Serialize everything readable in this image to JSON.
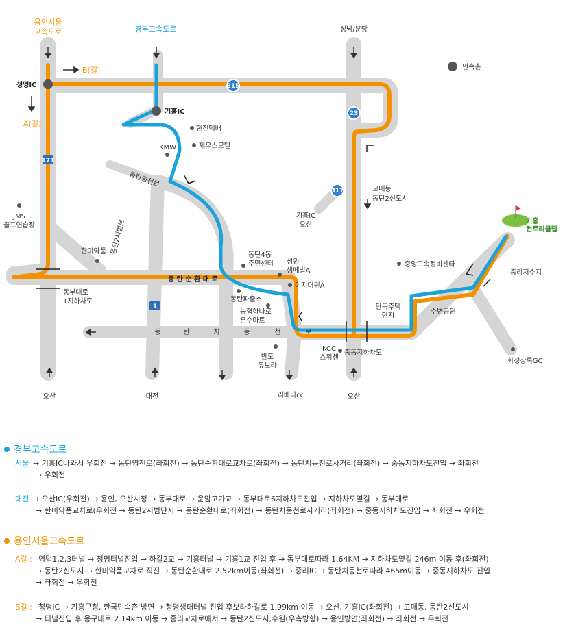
{
  "map": {
    "top_labels": {
      "yongin_seoul_exp": [
        "용인서울",
        "고속도로"
      ],
      "gyeongbu_exp": "경부고속도로",
      "seongnam": "성남/분당"
    },
    "legend": {
      "b_route": "B(길)",
      "a_route": "A(길)"
    },
    "places": {
      "cheongmyeong_ic": "청명IC",
      "giheung_ic": "기흥IC",
      "minsokchon": "민속촌",
      "hanjin": "한진택배",
      "jeju_motel": "제우스모텔",
      "kmw": "KMW",
      "dongtan_yeongcheon_ro": "동탄영천로",
      "jms": [
        "JMS",
        "골프연습장"
      ],
      "hanmi": "한미약품",
      "dongtan_2si": "동탄2시범로",
      "dongbu_underpass": [
        "동부대로",
        "1지하차도"
      ],
      "dongtan_sunhwan": "동 탄 순 환 대 로",
      "dongtan4": [
        "동탄4동",
        "주민센터"
      ],
      "seongwon": [
        "성원",
        "생떼빌A"
      ],
      "ezi_dream": "이지더원A",
      "dongtan_police": "동탄파출소",
      "nonghyup": [
        "농협하나로",
        "혼수마트"
      ],
      "dongtan_chidong": [
        "동",
        "탄",
        "치",
        "동",
        "천",
        "로"
      ],
      "bando": [
        "반도",
        "유보라"
      ],
      "riverra": "리베라cc",
      "kcc": [
        "KCC",
        "스위첸"
      ],
      "jungdong": "중동지하차도",
      "danduk": [
        "단독주택",
        "단지"
      ],
      "jungang": "중앙고속정비센타",
      "suben": "수변공원",
      "jungri_reservoir": "중리저수지",
      "hwaseong_gc": "화성상록GC",
      "giheung_cc": [
        "기흥",
        "컨트리클럽"
      ],
      "gomaedong": [
        "고매동",
        "동탄2신도시"
      ],
      "giheung_ic_osan": [
        "기흥IC",
        "오산"
      ],
      "bottom_osan1": "오산",
      "bottom_daejeon": "대전",
      "bottom_osan2": "오산"
    },
    "shields": {
      "r315": "315",
      "r23": "23",
      "r317": "317",
      "r171": "171",
      "r1": "1"
    },
    "colors": {
      "orange": "#f39200",
      "blue": "#1aa3d9",
      "road": "#d5d5d5"
    }
  },
  "directions": {
    "gyeongbu": {
      "title": "경부고속도로",
      "seoul_key": "서울",
      "seoul_line1": "→ 기흥IC나와서 우회전 → 동탄영천로(좌회전) → 동탄순환대로교차로(좌회전) → 동탄치동천로사거리(좌회전) → 중동지하차도진입 → 좌회전",
      "seoul_line2": "→ 우회전",
      "daejeon_key": "대전",
      "daejeon_line1": "→ 오산IC(우회전) → 용인, 오산시청 → 동부대로 → 운암고가교 → 동부대로6지하차도진입 → 지하차도옆길 → 동부대로",
      "daejeon_line2": "→ 한미약품교차로(우회전 → 동탄2시범단지 → 동탄순환대로(좌회전) → 동탄치동천로사거리(좌회전) → 중동지하차도진입 → 좌회전 → 우회전"
    },
    "yongin": {
      "title": "용인서울고속도로",
      "a_key": "A길 :",
      "a_line1": "영덕1,2,3터널 → 청명터널진입 → 하갈2교 → 기흥터널 → 기흥1교 진입 후 → 동부대로따라 1.64KM → 지하차도옆길 246m 이동 후(좌회전)",
      "a_line2": "→ 동탄2신도시 → 한미약품교차로 직진 → 동탄순환대로 2.52km이동(좌회전) → 중리IC → 동탄치동천로따라 465m이동 → 중동지하차도 진입",
      "a_line3": "→ 좌회전 → 우회전",
      "b_key": "B길 :",
      "b_line1": "청명IC → 기흥구청, 한국민속촌 방면 → 청명생태터널 진입 후보라하갈로 1.99km 이동 → 오산, 기흥IC(좌회전) → 고매동, 동탄2신도시",
      "b_line2": "→ 터널진입 후 용구대로 2.14km 이동 → 중리교차로에서 → 동탄2신도시,수원(우측방향) → 용인방면(좌회전) → 좌회전 → 우회전"
    }
  }
}
